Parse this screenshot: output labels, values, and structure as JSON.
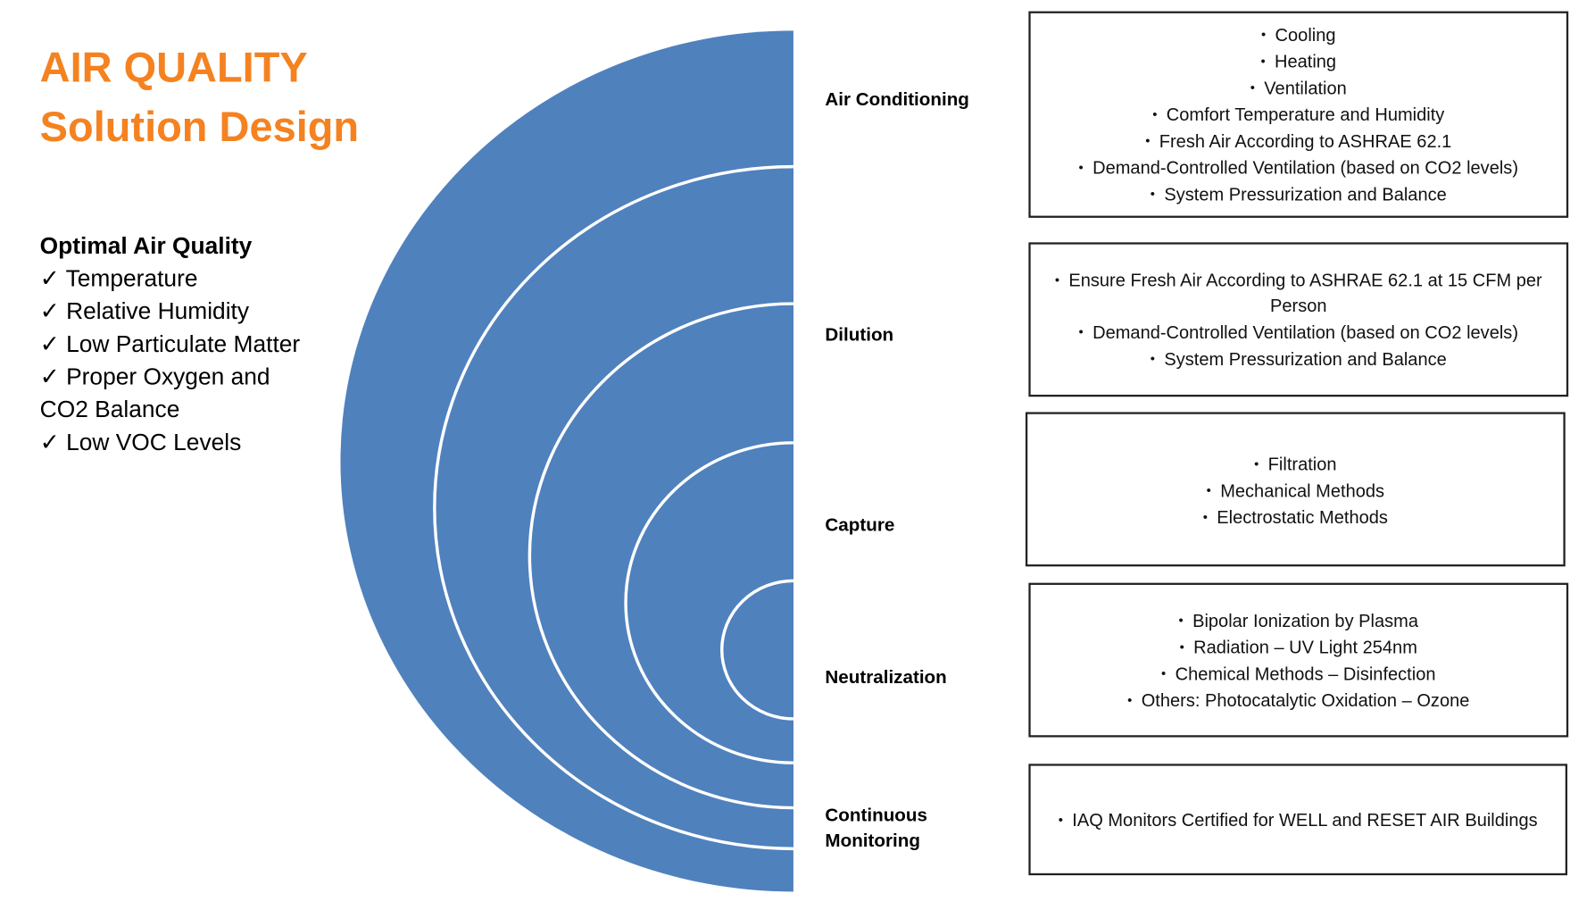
{
  "title": {
    "line1": "AIR QUALITY",
    "line2": "Solution Design"
  },
  "colors": {
    "accent": "#F58220",
    "shape": "#4F81BD",
    "ring": "#FFFFFF"
  },
  "optimal": {
    "heading": "Optimal Air Quality",
    "items": [
      "✓ Temperature",
      "✓ Relative Humidity",
      "✓ Low Particulate Matter",
      "✓ Proper Oxygen and CO2 Balance",
      "✓ Low VOC Levels"
    ]
  },
  "layers": [
    {
      "label": "Air Conditioning",
      "bullets": [
        "Cooling",
        "Heating",
        "Ventilation",
        "Comfort Temperature and Humidity",
        "Fresh Air According to ASHRAE 62.1",
        "Demand-Controlled Ventilation (based on CO2 levels)",
        "System Pressurization and Balance"
      ]
    },
    {
      "label": "Dilution",
      "bullets": [
        "Ensure Fresh Air According to ASHRAE 62.1 at 15 CFM per Person",
        "Demand-Controlled Ventilation (based on CO2 levels)",
        "System Pressurization and Balance"
      ]
    },
    {
      "label": "Capture",
      "bullets": [
        "Filtration",
        "Mechanical Methods",
        "Electrostatic Methods"
      ]
    },
    {
      "label": "Neutralization",
      "bullets": [
        "Bipolar Ionization by Plasma",
        "Radiation – UV Light 254nm",
        "Chemical Methods – Disinfection",
        "Others: Photocatalytic Oxidation – Ozone"
      ]
    },
    {
      "label": "Continuous Monitoring",
      "bullets": [
        "IAQ Monitors Certified for WELL and RESET AIR Buildings"
      ]
    }
  ]
}
